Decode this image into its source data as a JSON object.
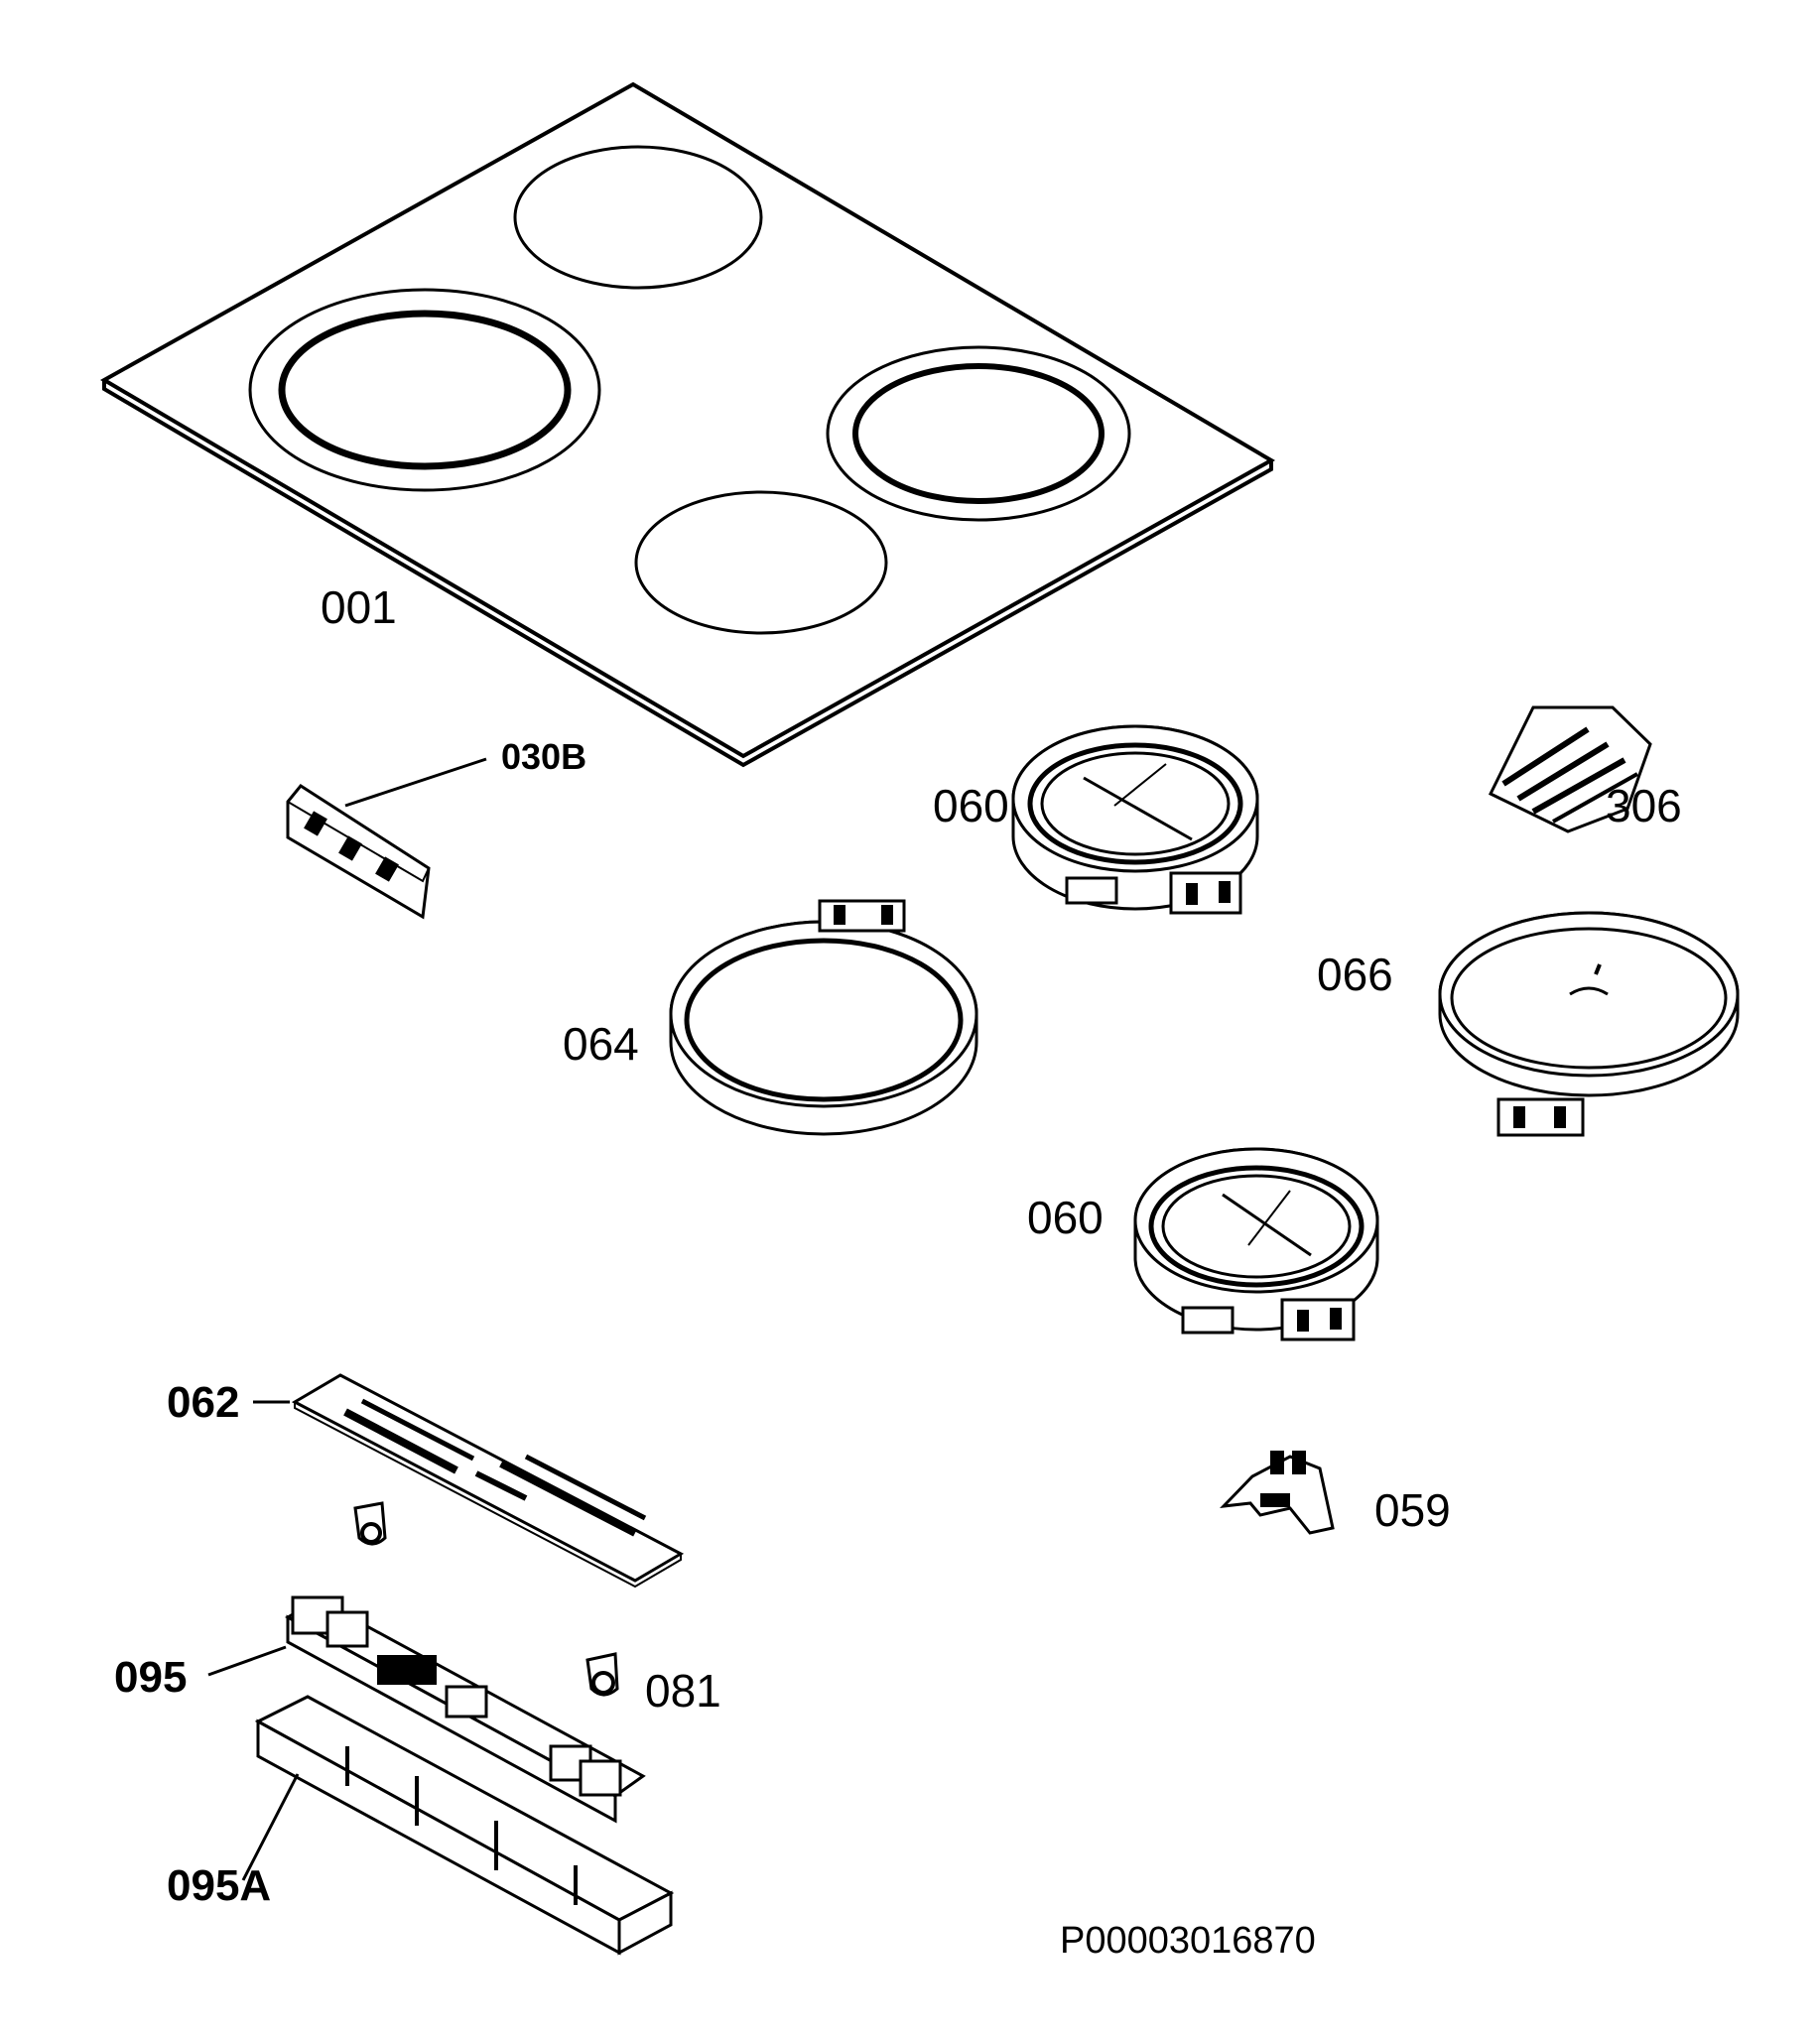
{
  "parts": {
    "p001": "001",
    "p030b": "030B",
    "p060a": "060",
    "p306": "306",
    "p066": "066",
    "p064": "064",
    "p060b": "060",
    "p062": "062",
    "p059": "059",
    "p095": "095",
    "p081": "081",
    "p095a": "095A"
  },
  "drawing_ref": "P00003016870"
}
